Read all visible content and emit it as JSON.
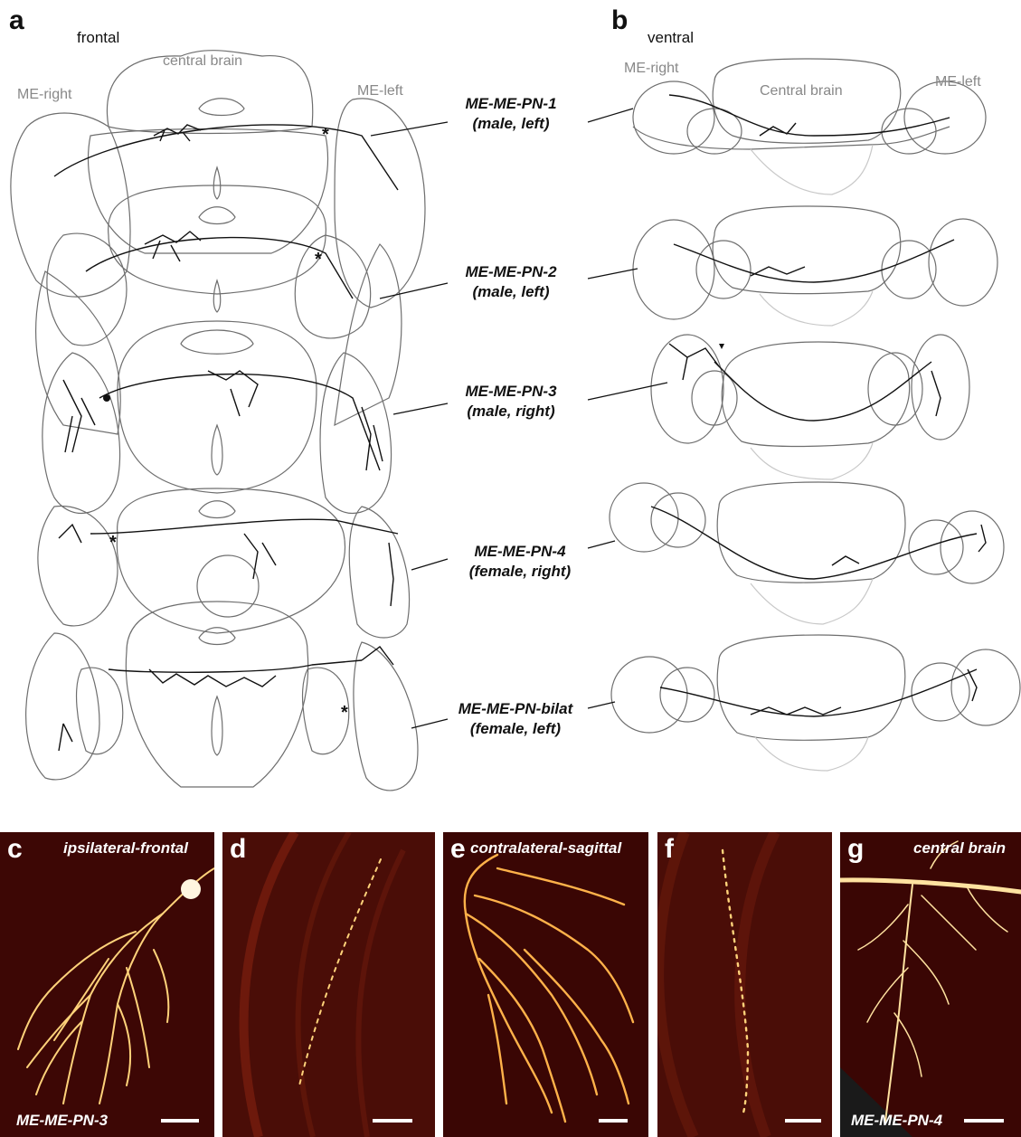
{
  "panels": {
    "a": {
      "letter": "a",
      "view": "frontal"
    },
    "b": {
      "letter": "b",
      "view": "ventral"
    },
    "c": {
      "letter": "c",
      "title": "ipsilateral-frontal",
      "footer": "ME-ME-PN-3"
    },
    "d": {
      "letter": "d"
    },
    "e": {
      "letter": "e",
      "title": "contralateral-sagittal"
    },
    "f": {
      "letter": "f"
    },
    "g": {
      "letter": "g",
      "title": "central brain",
      "footer": "ME-ME-PN-4"
    }
  },
  "region_labels": {
    "a_central_brain": "central brain",
    "a_me_right": "ME-right",
    "a_me_left": "ME-left",
    "b_central_brain": "Central brain",
    "b_me_right": "ME-right",
    "b_me_left": "ME-left"
  },
  "neurons": [
    {
      "name": "ME-ME-PN-1",
      "sex_side": "(male, left)"
    },
    {
      "name": "ME-ME-PN-2",
      "sex_side": "(male, left)"
    },
    {
      "name": "ME-ME-PN-3",
      "sex_side": "(male, right)"
    },
    {
      "name": "ME-ME-PN-4",
      "sex_side": "(female, right)"
    },
    {
      "name": "ME-ME-PN-bilat",
      "sex_side": "(female, left)"
    }
  ],
  "markers": {
    "asterisk": "*"
  },
  "colors": {
    "outline": "#6e6e6e",
    "faint_outline": "#c8c8c8",
    "neuron": "#111111",
    "micro_bg": "#3d0705",
    "micro_signal": "#ffd27a"
  }
}
